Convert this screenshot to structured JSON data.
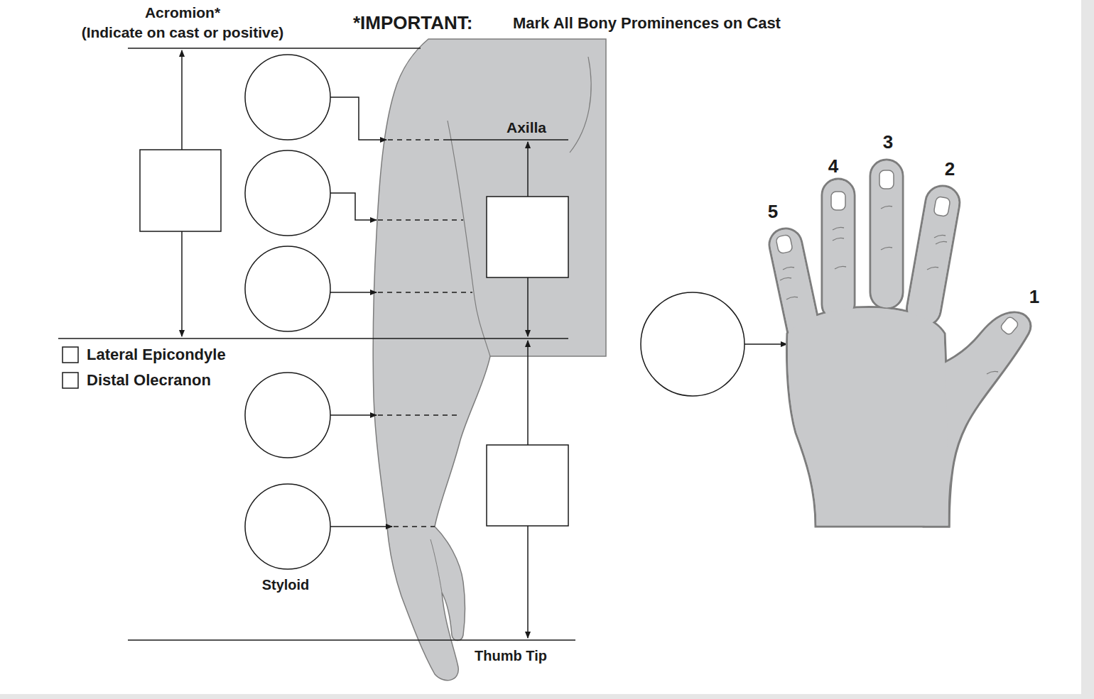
{
  "diagram": {
    "labels": [
      "Acromion*",
      "(Indicate on cast or positive)",
      "*IMPORTANT:",
      "Mark All Bony Prominences on Cast",
      "Axilla",
      "Lateral Epicondyle",
      "Distal Olecranon",
      "Styloid",
      "Thumb Tip",
      "5",
      "4",
      "3",
      "2",
      "1"
    ]
  }
}
